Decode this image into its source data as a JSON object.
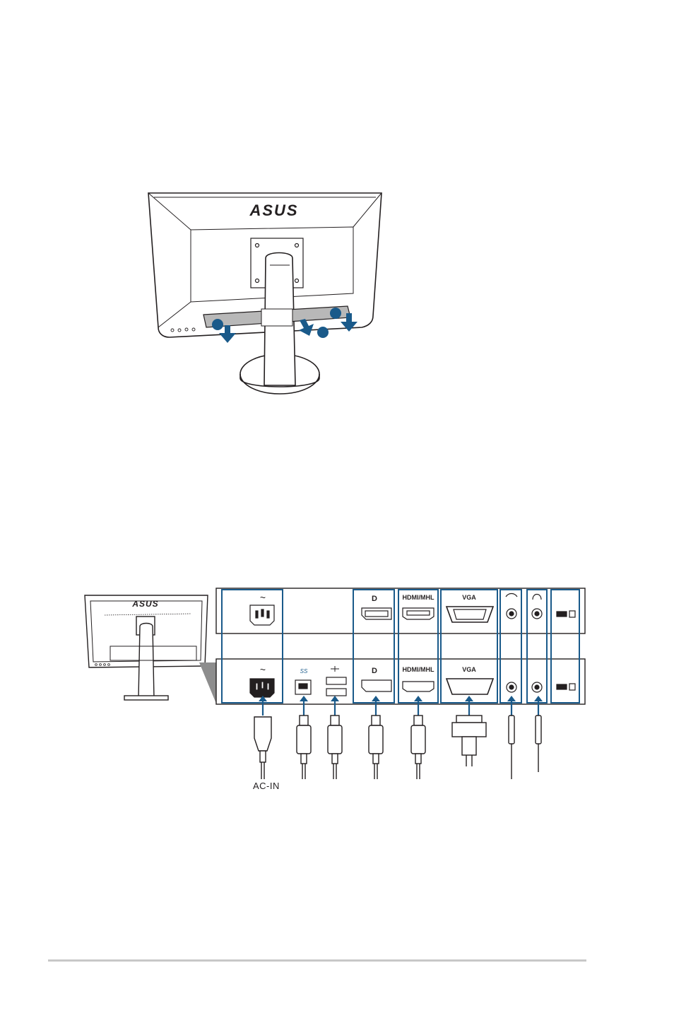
{
  "figure1": {
    "logo_text": "ASUS",
    "step_markers": [
      "",
      "",
      ""
    ]
  },
  "figure2": {
    "logo_text": "ASUS",
    "port_labels": {
      "ac": "~",
      "displayport": "D",
      "hdmi": "HDMI/MHL",
      "vga": "VGA",
      "usb3": "SS",
      "usb2": ""
    },
    "ac_in_label": "AC-IN",
    "colors": {
      "accent": "#1a5a8a",
      "line": "#231f20",
      "gray": "#b8b8b8"
    }
  }
}
